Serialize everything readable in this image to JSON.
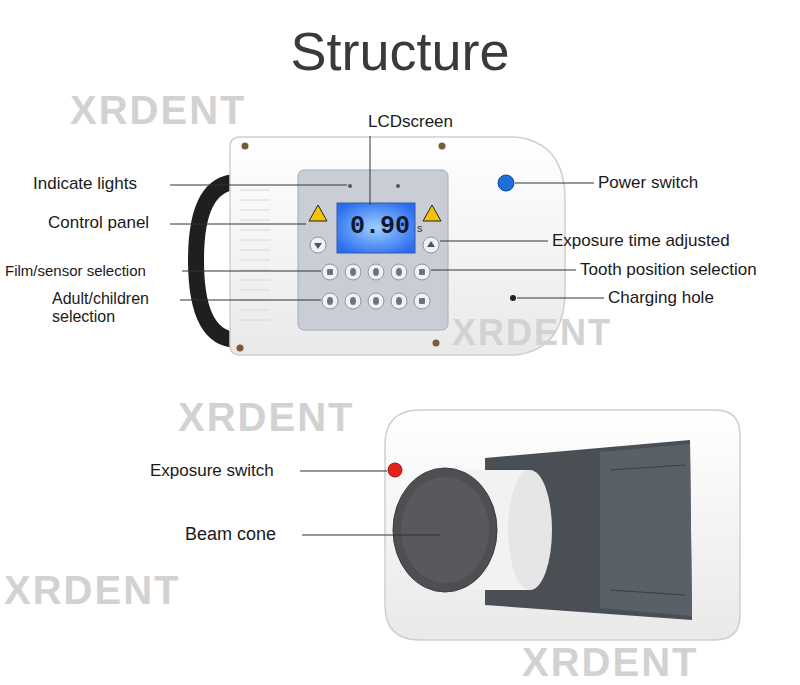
{
  "diagram": {
    "title": "Structure",
    "labels": [
      "LCDscreen",
      "Indicate lights",
      "Control panel",
      "Film/sensor selection",
      "Adult/children selection",
      "Power switch",
      "Exposure time adjusted",
      "Tooth position selection",
      "Charging hole",
      "Exposure switch",
      "Beam cone",
      "0.90",
      "s",
      "XRDENT",
      "XRDENT",
      "XRDENT",
      "XRDENT",
      "XRDENT"
    ]
  }
}
